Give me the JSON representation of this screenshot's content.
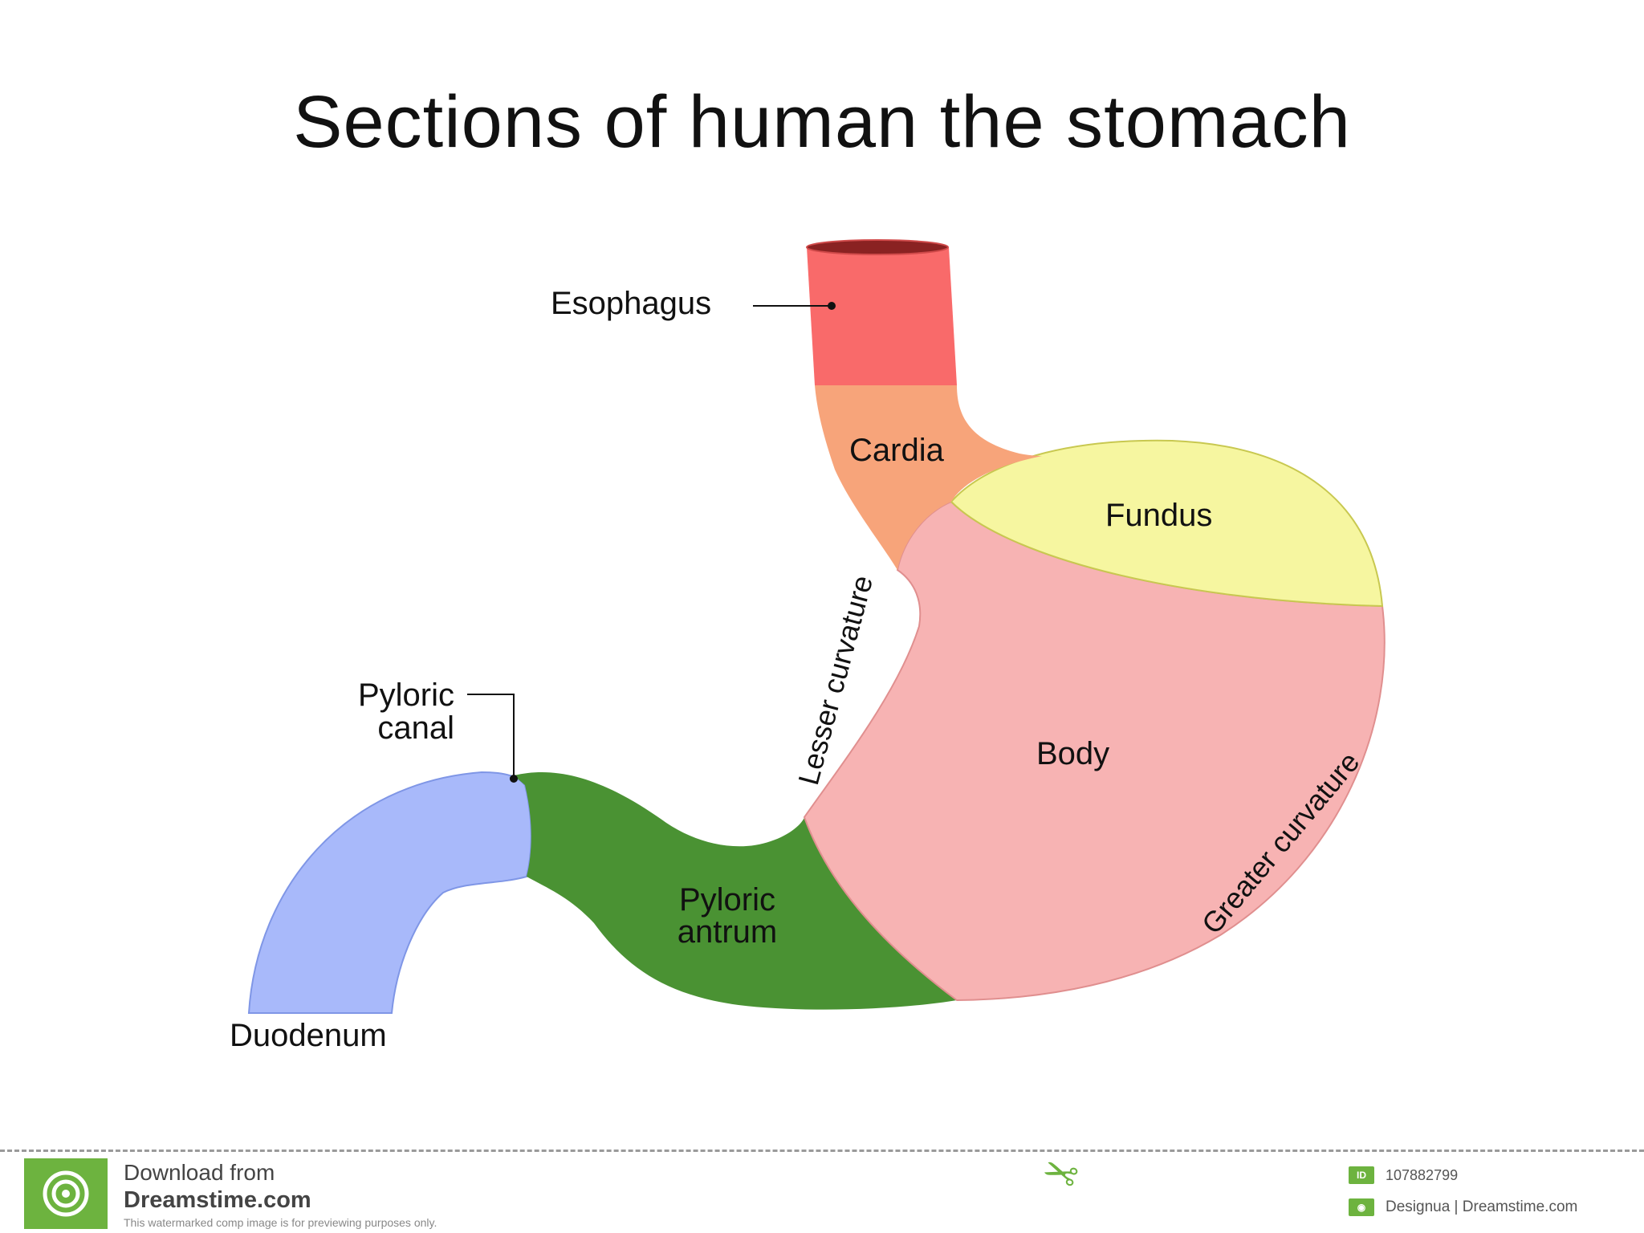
{
  "title": "Sections of human the stomach",
  "labels": {
    "esophagus": "Esophagus",
    "cardia": "Cardia",
    "fundus": "Fundus",
    "body": "Body",
    "pyloric_canal_line1": "Pyloric",
    "pyloric_canal_line2": "canal",
    "pyloric_antrum_line1": "Pyloric",
    "pyloric_antrum_line2": "antrum",
    "duodenum": "Duodenum",
    "lesser_curvature": "Lesser curvature",
    "greater_curvature": "Greater curvature"
  },
  "colors": {
    "esophagus": "#f96a6a",
    "cardia": "#f7a47a",
    "fundus": "#f6f6a0",
    "body": "#f7b3b3",
    "pyloric_antrum": "#4a9233",
    "duodenum": "#a8b9fa",
    "accent": "#6db33f"
  },
  "footer": {
    "download_text": "Download from",
    "site": "Dreamstime.com",
    "note": "This watermarked comp image is for previewing purposes only.",
    "id_tag": "ID",
    "id_number": "107882799",
    "credit": "Designua | Dreamstime.com",
    "logo_icon": "spiral-logo-icon",
    "scissors_icon": "scissors-icon"
  }
}
